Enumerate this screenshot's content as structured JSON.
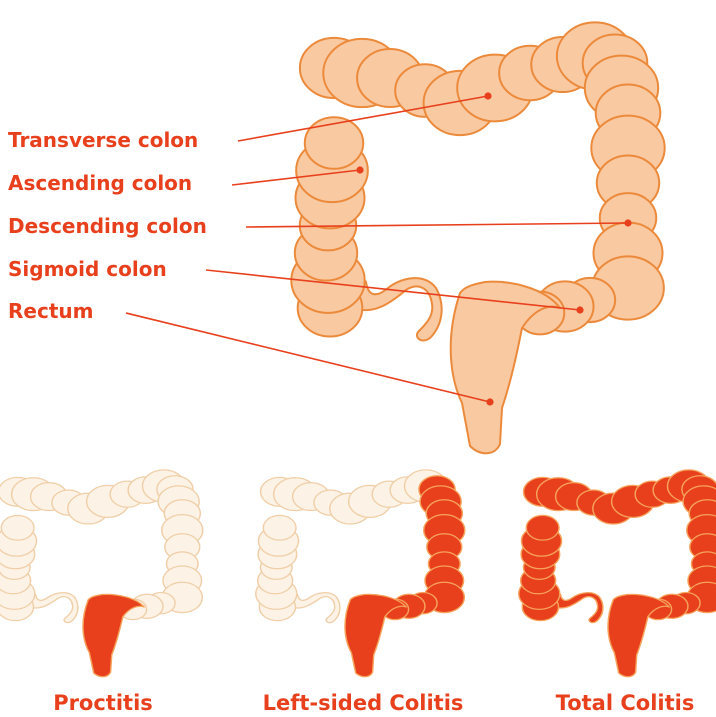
{
  "colors": {
    "accent": "#e8401c",
    "colon_fill": "#f9c9a2",
    "colon_stroke": "#ec8a3c",
    "healthy_fill": "#fdf2e6",
    "healthy_stroke": "#f0cfa8",
    "inflamed_fill": "#e8401c",
    "inflamed_stroke": "#f6a35c"
  },
  "anatomy": {
    "labels": [
      {
        "key": "transverse",
        "text": "Transverse colon"
      },
      {
        "key": "ascending",
        "text": "Ascending colon"
      },
      {
        "key": "descending",
        "text": "Descending colon"
      },
      {
        "key": "sigmoid",
        "text": "Sigmoid colon"
      },
      {
        "key": "rectum",
        "text": "Rectum"
      }
    ]
  },
  "types": [
    {
      "key": "proctitis",
      "caption": "Proctitis",
      "inflamed": [
        "rectum"
      ]
    },
    {
      "key": "left-sided",
      "caption": "Left-sided Colitis",
      "inflamed": [
        "rectum",
        "sigmoid",
        "descending",
        "splenic"
      ]
    },
    {
      "key": "total",
      "caption": "Total Colitis",
      "inflamed": [
        "rectum",
        "sigmoid",
        "descending",
        "splenic",
        "transverse",
        "ascending",
        "appendix"
      ]
    }
  ]
}
